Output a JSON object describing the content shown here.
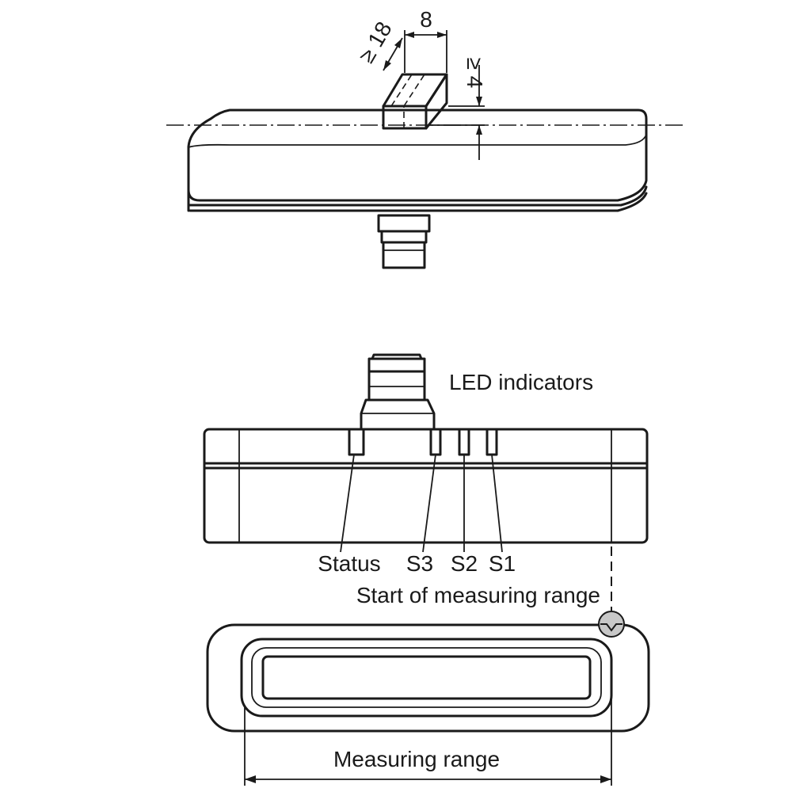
{
  "dimensions": {
    "target_width": "8",
    "target_depth": "≥ 18",
    "target_height": "≥ 4"
  },
  "labels": {
    "led_indicators": "LED indicators",
    "status": "Status",
    "s3": "S3",
    "s2": "S2",
    "s1": "S1",
    "start_of_measuring_range": "Start of measuring range",
    "measuring_range": "Measuring range"
  }
}
